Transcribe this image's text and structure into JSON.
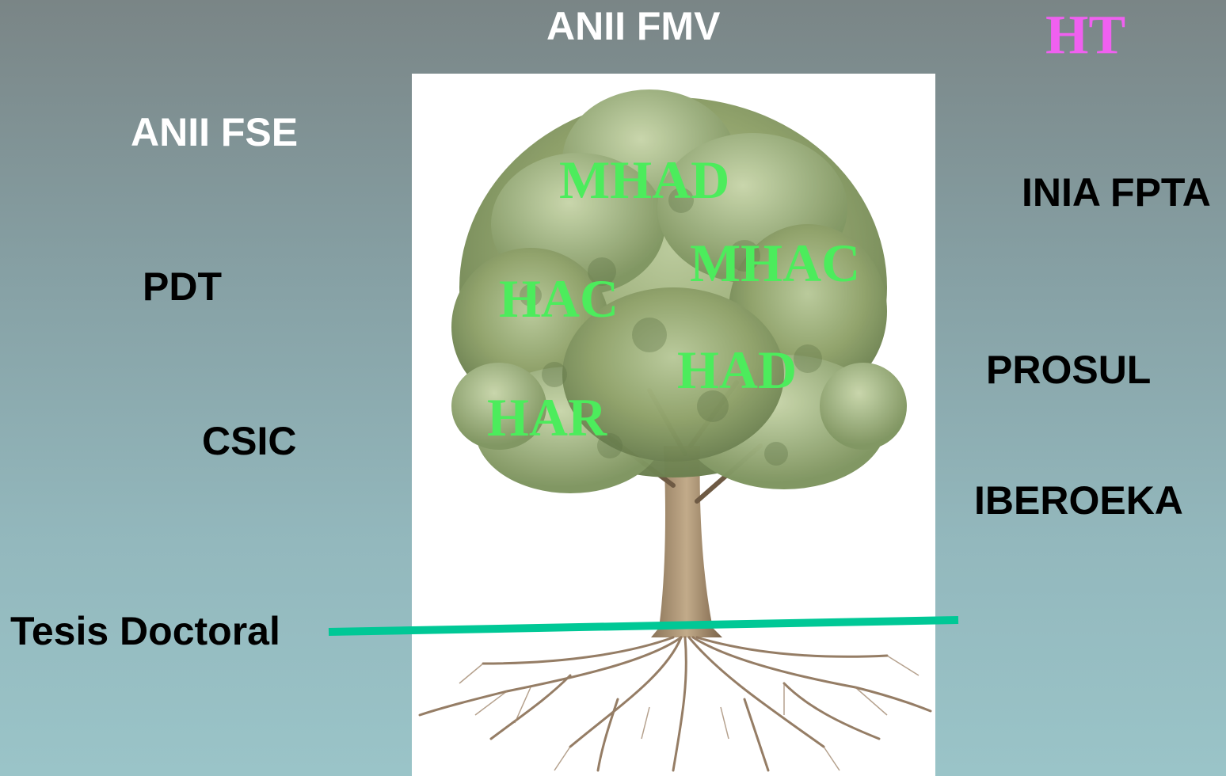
{
  "header": {
    "title": "ANII FMV",
    "corner_label": "HT"
  },
  "left_labels": {
    "fse": "ANII FSE",
    "pdt": "PDT",
    "csic": "CSIC",
    "tesis": "Tesis Doctoral"
  },
  "right_labels": {
    "inia": "INIA FPTA",
    "prosul": "PROSUL",
    "iberoeka": "IBEROEKA"
  },
  "tree_labels": {
    "mhad": "MHAD",
    "mhac": "MHAC",
    "hac": "HAC",
    "had": "HAD",
    "har": "HAR"
  },
  "colors": {
    "tree_label": "#4cec5c",
    "corner_label": "#f060f0",
    "divider_line": "#00c896",
    "title_text": "#ffffff"
  },
  "icons": {
    "tree": "tree-illustration"
  }
}
